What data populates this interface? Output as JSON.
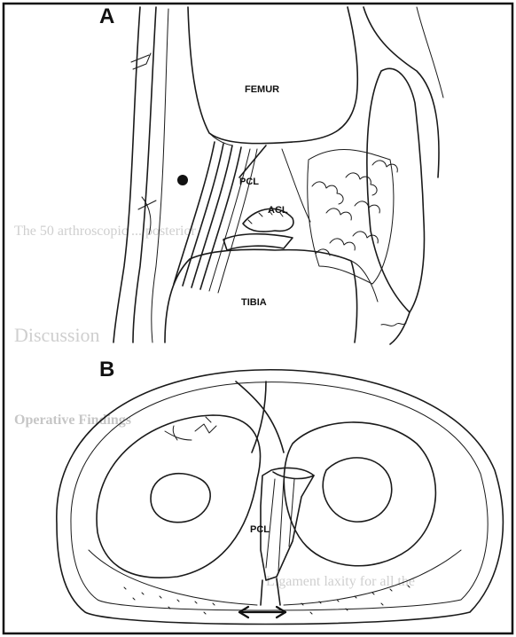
{
  "figure": {
    "panel_a": {
      "letter": "A",
      "labels": {
        "femur": "FEMUR",
        "pcl": "PCL",
        "acl": "ACL",
        "tibia": "TIBIA"
      }
    },
    "panel_b": {
      "letter": "B",
      "labels": {
        "pcl": "PCL"
      }
    },
    "show_through_text": {
      "line1": "The 50 arthroscopic ... posterior",
      "line2": "Discussion",
      "line3": "Operative Findings",
      "line4": "Ligament laxity for all the"
    }
  }
}
